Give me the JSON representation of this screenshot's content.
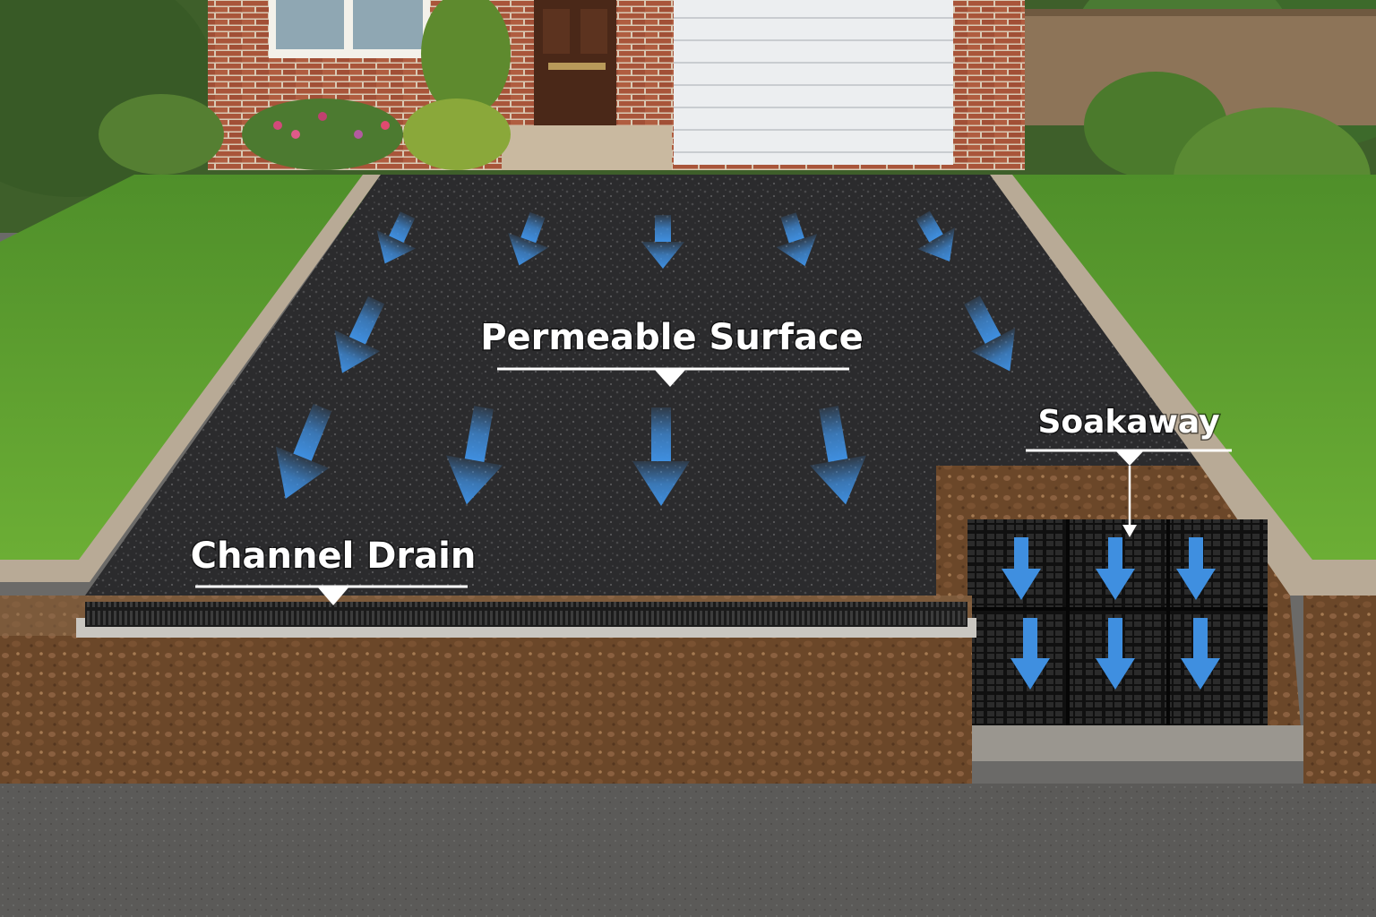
{
  "labels": {
    "permeable_surface": "Permeable Surface",
    "soakaway": "Soakaway",
    "channel_drain": "Channel Drain"
  },
  "colors": {
    "flow_arrow": "#3f8fe0",
    "label_text": "#ffffff",
    "driveway_surface": "#2a2a2c",
    "lawn": "#5fa02e",
    "brick": "#a8553a",
    "soil": "#6e4a2c",
    "crate": "#141414",
    "road": "#5e5d5b"
  }
}
